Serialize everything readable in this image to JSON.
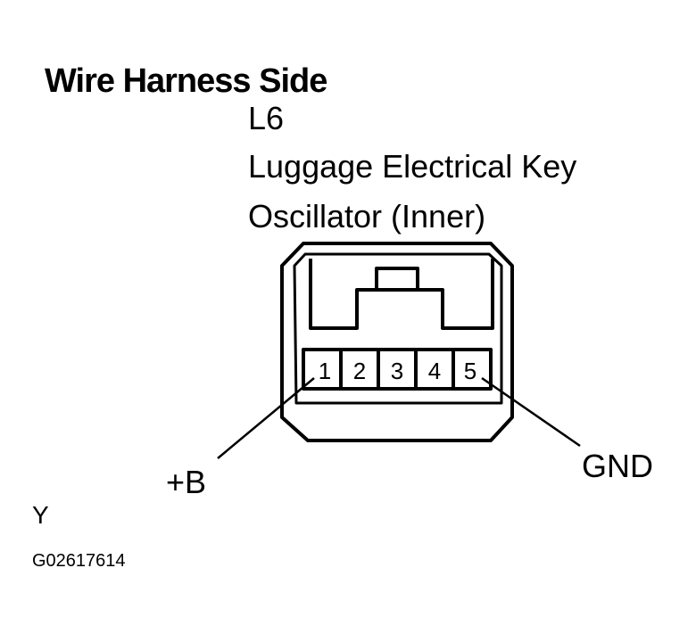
{
  "title": "Wire Harness Side",
  "connector": {
    "code": "L6",
    "name_line1": "Luggage Electrical Key",
    "name_line2": "Oscillator (Inner)"
  },
  "pins": [
    "1",
    "2",
    "3",
    "4",
    "5"
  ],
  "wires": {
    "pin1_label": "+B",
    "pin5_label": "GND"
  },
  "footer": {
    "side_letter": "Y",
    "figure_code": "G02617614"
  },
  "colors": {
    "line": "#000000",
    "background": "#ffffff"
  }
}
